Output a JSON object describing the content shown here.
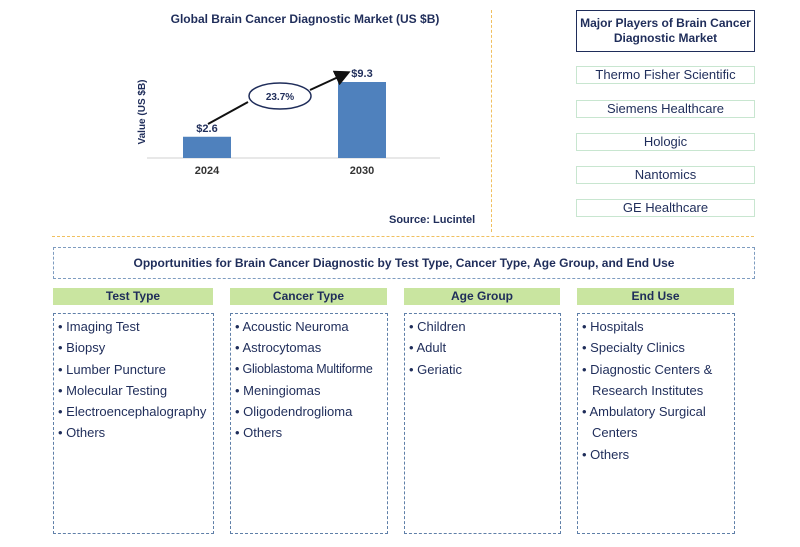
{
  "chart_data": {
    "type": "bar",
    "title": "Global Brain Cancer Diagnostic Market (US $B)",
    "categories": [
      "2024",
      "2030"
    ],
    "values": [
      2.6,
      9.3
    ],
    "value_labels": [
      "$2.6",
      "$9.3"
    ],
    "ylabel": "Value (US $B)",
    "xlabel": "",
    "ylim": [
      0,
      9.3
    ],
    "cagr_label": "23.7%",
    "bar_color": "#4f81bd",
    "grid": false,
    "source": "Source: Lucintel"
  },
  "players": {
    "title": "Major Players of Brain Cancer Diagnostic Market",
    "items": [
      "Thermo Fisher Scientific",
      "Siemens Healthcare",
      "Hologic",
      "Nantomics",
      "GE Healthcare"
    ]
  },
  "opportunities": {
    "title": "Opportunities for Brain Cancer Diagnostic by Test Type, Cancer Type, Age Group, and End Use",
    "columns": [
      {
        "header": "Test Type",
        "items": [
          "Imaging Test",
          "Biopsy",
          "Lumber Puncture",
          "Molecular Testing",
          "Electroencephalography",
          "Others"
        ]
      },
      {
        "header": "Cancer Type",
        "items": [
          "Acoustic Neuroma",
          "Astrocytomas",
          "Glioblastoma Multiforme",
          "Meningiomas",
          "Oligodendroglioma",
          "Others"
        ]
      },
      {
        "header": "Age Group",
        "items": [
          "Children",
          "Adult",
          "Geriatic"
        ]
      },
      {
        "header": "End Use",
        "items": [
          "Hospitals",
          "Specialty Clinics",
          "Diagnostic Centers & Research Institutes",
          "Ambulatory Surgical Centers",
          "Others"
        ]
      }
    ]
  }
}
